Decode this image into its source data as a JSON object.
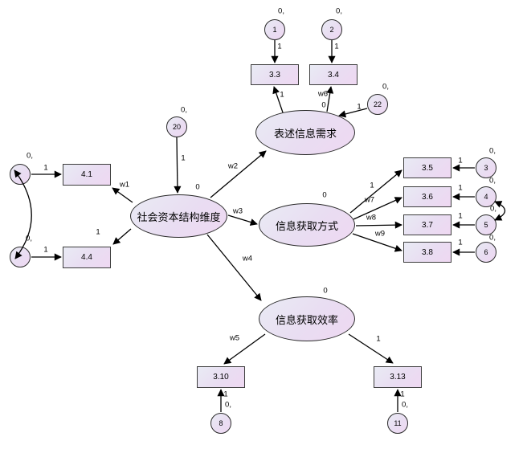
{
  "nodes": {
    "l1": "社会资本结构维度",
    "l2": "表述信息需求",
    "l3": "信息获取方式",
    "l4": "信息获取效率",
    "r41": "4.1",
    "r44": "4.4",
    "r33": "3.3",
    "r34": "3.4",
    "r35": "3.5",
    "r36": "3.6",
    "r37": "3.7",
    "r38": "3.8",
    "r310": "3.10",
    "r313": "3.13",
    "e1": "1",
    "e2": "2",
    "e3": "3",
    "e4": "4",
    "e5": "5",
    "e6": "6",
    "e8": "8",
    "e11": "11",
    "e20": "20",
    "e22": "22"
  },
  "labels": {
    "variance": "0,",
    "mean": "0",
    "one": "1",
    "w1": "w1",
    "w2": "w2",
    "w3": "w3",
    "w4": "w4",
    "w5": "w5",
    "w6": "w6",
    "w7": "w7",
    "w8": "w8",
    "w9": "w9"
  },
  "colors": {
    "node_fill_light": "#e9ebf4",
    "node_fill_pink": "#efd8f2",
    "node_border": "#3d3d3d",
    "line": "#000000",
    "background": "#ffffff"
  }
}
